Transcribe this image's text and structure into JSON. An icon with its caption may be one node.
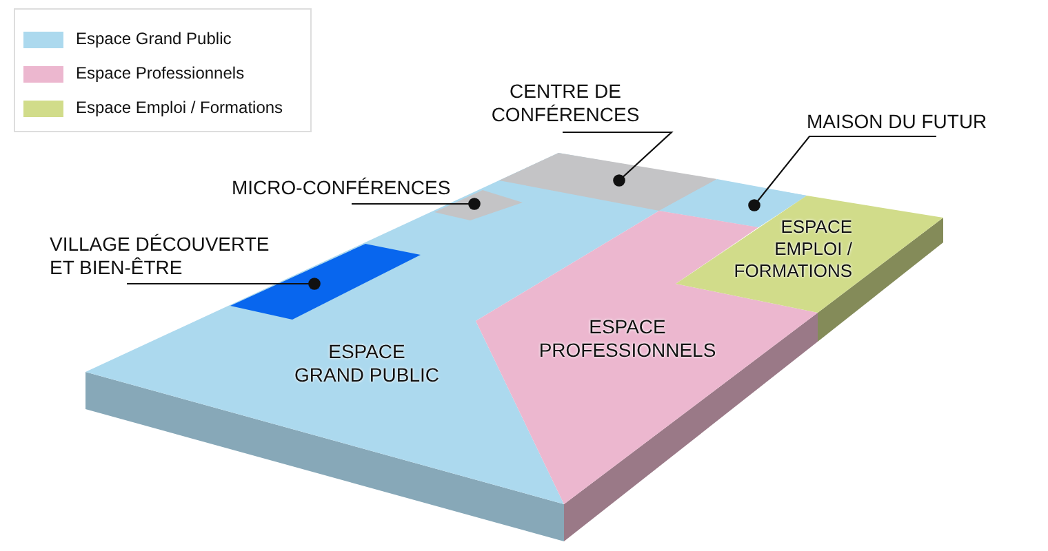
{
  "diagram": {
    "nodes": [
      {
        "text": [
          "CENTRE DE CONFÉRENCES"
        ]
      },
      {
        "text": [
          "MAISON DU FUTUR"
        ]
      },
      {
        "text": [
          "MICRO-CONFÉRENCES"
        ]
      },
      {
        "text": [
          "VILLAGE DÉCOUVERTE ET BIEN-ÊTRE"
        ]
      },
      {
        "text": [
          "ESPACE GRAND PUBLIC"
        ]
      },
      {
        "text": [],
        "shape": "box",
        "in": 4
      },
      {
        "text": [],
        "shape": "box",
        "in": 4
      },
      {
        "text": [],
        "shape": "box",
        "in": 4
      },
      {
        "text": [],
        "shape": "box",
        "in": 4
      },
      {
        "text": [
          "ESPACE PROFESSIONNELS"
        ]
      },
      {
        "text": [
          "ESPACE EMPLOI / FORMATIONS"
        ]
      }
    ],
    "edges": [
      {
        "from": 0,
        "to": 7,
        "arrow": "other"
      },
      {
        "from": 1,
        "to": 8,
        "arrow": "other"
      },
      {
        "from": 2,
        "to": 5,
        "arrow": "other"
      },
      {
        "from": 3,
        "to": 6,
        "arrow": "other"
      }
    ],
    "legend": [
      {
        "text": "Espace Grand Public",
        "color": "#acd9ee"
      },
      {
        "text": "Espace Professionnels",
        "color": "#ecb7cf"
      },
      {
        "text": "Espace Emploi / Formations",
        "color": "#d1dc8a"
      }
    ]
  }
}
